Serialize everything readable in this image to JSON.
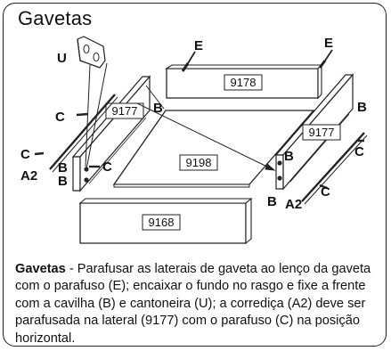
{
  "title": "Gavetas",
  "parts": {
    "front": "9178",
    "side_left": "9177",
    "side_right": "9177",
    "bottom": "9198",
    "face": "9168"
  },
  "labels": {
    "U": "U",
    "E": "E",
    "B": "B",
    "C": "C",
    "A2": "A2"
  },
  "description": {
    "bold": "Gavetas",
    "text": " - Parafusar as laterais de gaveta ao lenço da gaveta com o parafuso (E); encaixar o fundo no rasgo e fixe a frente com a cavilha (B) e cantoneira (U); a corrediça (A2) deve ser parafusada na lateral (9177) com o parafuso (C) na posição horizontal."
  }
}
